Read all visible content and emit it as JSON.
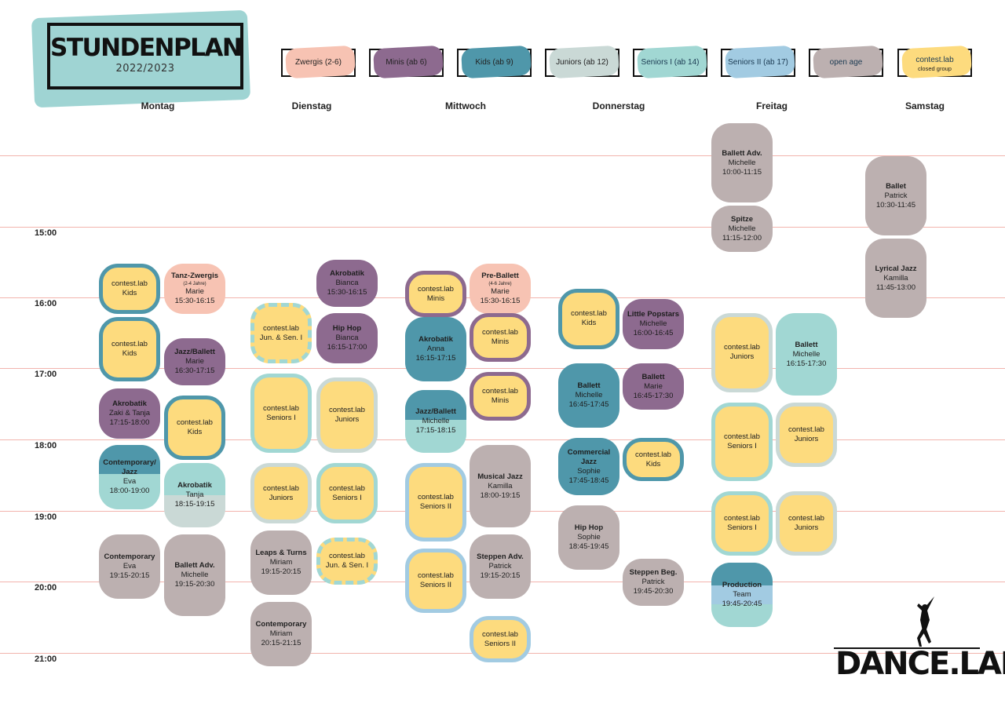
{
  "title": {
    "main": "STUNDENPLAN",
    "year": "2022/2023"
  },
  "colors": {
    "zwergis": "#f7c3b3",
    "minis": "#8d6a8f",
    "kids": "#4f97aa",
    "juniors": "#cad9d6",
    "seniors1": "#a1d7d3",
    "seniors2": "#a2cbe2",
    "open": "#bcb0b0",
    "lab": "#fddb7e",
    "gridline": "#f2b4ad"
  },
  "legend": [
    {
      "label": "Zwergis (2-6)",
      "color": "zwergis"
    },
    {
      "label": "Minis (ab 6)",
      "color": "minis"
    },
    {
      "label": "Kids (ab 9)",
      "color": "kids"
    },
    {
      "label": "Juniors (ab 12)",
      "color": "juniors"
    },
    {
      "label": "Seniors I (ab 14)",
      "color": "seniors1"
    },
    {
      "label": "Seniors II (ab 17)",
      "color": "seniors2"
    },
    {
      "label": "open age",
      "color": "open"
    },
    {
      "label": "contest.lab",
      "sub": "closed group",
      "color": "lab"
    }
  ],
  "days": [
    "Montag",
    "Dienstag",
    "Mittwoch",
    "Donnerstag",
    "Freitag",
    "Samstag"
  ],
  "times": [
    "15:00",
    "16:00",
    "17:00",
    "18:00",
    "19:00",
    "20:00",
    "21:00"
  ],
  "events": [
    {
      "day": 4,
      "col": 0,
      "name": "Ballett Adv.",
      "teacher": "Michelle",
      "time": "10:00-11:15",
      "fill": "open",
      "start": 10.0,
      "end": 11.25
    },
    {
      "day": 4,
      "col": 0,
      "name": "Spitze",
      "teacher": "Michelle",
      "time": "11:15-12:00",
      "fill": "open",
      "start": 11.25,
      "end": 12.0
    },
    {
      "day": 5,
      "col": 0,
      "name": "Ballet",
      "teacher": "Patrick",
      "time": "10:30-11:45",
      "fill": "open",
      "start": 10.5,
      "end": 11.75
    },
    {
      "day": 5,
      "col": 0,
      "name": "Lyrical Jazz",
      "teacher": "Kamilla",
      "time": "11:45-13:00",
      "fill": "open",
      "start": 11.75,
      "end": 13.0
    },
    {
      "day": 0,
      "col": 0,
      "name": "contest.lab",
      "teacher": "Kids",
      "fill": "lab",
      "border": "kids",
      "start": 15.5,
      "end": 16.25
    },
    {
      "day": 0,
      "col": 1,
      "name": "Tanz-Zwergis",
      "note": "(2-4 Jahre)",
      "teacher": "Marie",
      "time": "15:30-16:15",
      "fill": "zwergis",
      "start": 15.5,
      "end": 16.25
    },
    {
      "day": 0,
      "col": 0,
      "name": "contest.lab",
      "teacher": "Kids",
      "fill": "lab",
      "border": "kids",
      "start": 16.25,
      "end": 17.2
    },
    {
      "day": 0,
      "col": 1,
      "name": "Jazz/Ballett",
      "teacher": "Marie",
      "time": "16:30-17:15",
      "fill": "minis",
      "start": 16.55,
      "end": 17.25
    },
    {
      "day": 0,
      "col": 0,
      "name": "Akrobatik",
      "teacher": "Zaki & Tanja",
      "time": "17:15-18:00",
      "fill": "minis",
      "start": 17.25,
      "end": 18.0
    },
    {
      "day": 0,
      "col": 1,
      "name": "contest.lab",
      "teacher": "Kids",
      "fill": "lab",
      "border": "kids",
      "start": 17.35,
      "end": 18.3
    },
    {
      "day": 0,
      "col": 0,
      "name": "Contemporary/ Jazz",
      "teacher": "Eva",
      "time": "18:00-19:00",
      "fill": "seniors1",
      "top": "kids",
      "split": 0.45,
      "start": 18.05,
      "end": 19.0
    },
    {
      "day": 0,
      "col": 1,
      "name": "Akrobatik",
      "teacher": "Tanja",
      "time": "18:15-19:15",
      "fill": "juniors",
      "top": "seniors1",
      "split": 0.5,
      "start": 18.3,
      "end": 19.25
    },
    {
      "day": 0,
      "col": 0,
      "name": "Contemporary",
      "teacher": "Eva",
      "time": "19:15-20:15",
      "fill": "open",
      "start": 19.3,
      "end": 20.25
    },
    {
      "day": 0,
      "col": 1,
      "name": "Ballett Adv.",
      "teacher": "Michelle",
      "time": "19:15-20:30",
      "fill": "open",
      "start": 19.3,
      "end": 20.5
    },
    {
      "day": 1,
      "col": 1,
      "name": "Akrobatik",
      "teacher": "Bianca",
      "time": "15:30-16:15",
      "fill": "minis",
      "start": 15.45,
      "end": 16.15
    },
    {
      "day": 1,
      "col": 0,
      "name": "contest.lab",
      "teacher": "Jun. & Sen. I",
      "fill": "lab",
      "border": "seniors1",
      "dashed": true,
      "start": 16.05,
      "end": 16.95
    },
    {
      "day": 1,
      "col": 1,
      "name": "Hip Hop",
      "teacher": "Bianca",
      "time": "16:15-17:00",
      "fill": "minis",
      "start": 16.2,
      "end": 16.95
    },
    {
      "day": 1,
      "col": 0,
      "name": "contest.lab",
      "teacher": "Seniors I",
      "fill": "lab",
      "border": "seniors1",
      "start": 17.05,
      "end": 18.2
    },
    {
      "day": 1,
      "col": 1,
      "name": "contest.lab",
      "teacher": "Juniors",
      "fill": "lab",
      "border": "juniors",
      "start": 17.1,
      "end": 18.2
    },
    {
      "day": 1,
      "col": 0,
      "name": "contest.lab",
      "teacher": "Juniors",
      "fill": "lab",
      "border": "juniors",
      "start": 18.3,
      "end": 19.2
    },
    {
      "day": 1,
      "col": 1,
      "name": "contest.lab",
      "teacher": "Seniors I",
      "fill": "lab",
      "border": "seniors1",
      "start": 18.3,
      "end": 19.2
    },
    {
      "day": 1,
      "col": 0,
      "name": "Leaps & Turns",
      "teacher": "Miriam",
      "time": "19:15-20:15",
      "fill": "open",
      "start": 19.25,
      "end": 20.2
    },
    {
      "day": 1,
      "col": 1,
      "name": "contest.lab",
      "teacher": "Jun. & Sen. I",
      "fill": "lab",
      "border": "seniors1",
      "dashed": true,
      "start": 19.35,
      "end": 20.05
    },
    {
      "day": 1,
      "col": 0,
      "name": "Contemporary",
      "teacher": "Miriam",
      "time": "20:15-21:15",
      "fill": "open",
      "start": 20.25,
      "end": 21.2
    },
    {
      "day": 2,
      "col": 0,
      "name": "contest.lab",
      "teacher": "Minis",
      "fill": "lab",
      "border": "minis",
      "start": 15.6,
      "end": 16.3
    },
    {
      "day": 2,
      "col": 1,
      "name": "Pre-Ballett",
      "note": "(4-6 Jahre)",
      "teacher": "Marie",
      "time": "15:30-16:15",
      "fill": "zwergis",
      "start": 15.5,
      "end": 16.25
    },
    {
      "day": 2,
      "col": 0,
      "name": "Akrobatik",
      "teacher": "Anna",
      "time": "16:15-17:15",
      "fill": "kids",
      "start": 16.25,
      "end": 17.2
    },
    {
      "day": 2,
      "col": 1,
      "name": "contest.lab",
      "teacher": "Minis",
      "fill": "lab",
      "border": "minis",
      "start": 16.2,
      "end": 16.92
    },
    {
      "day": 2,
      "col": 0,
      "name": "Jazz/Ballett",
      "teacher": "Michelle",
      "time": "17:15-18:15",
      "fill": "seniors1",
      "top": "kids",
      "split": 0.48,
      "start": 17.28,
      "end": 18.2
    },
    {
      "day": 2,
      "col": 1,
      "name": "contest.lab",
      "teacher": "Minis",
      "fill": "lab",
      "border": "minis",
      "start": 17.02,
      "end": 17.75
    },
    {
      "day": 2,
      "col": 0,
      "name": "contest.lab",
      "teacher": "Seniors II",
      "fill": "lab",
      "border": "seniors2",
      "start": 18.3,
      "end": 19.45
    },
    {
      "day": 2,
      "col": 1,
      "name": "Musical Jazz",
      "teacher": "Kamilla",
      "time": "18:00-19:15",
      "fill": "open",
      "start": 18.05,
      "end": 19.25
    },
    {
      "day": 2,
      "col": 0,
      "name": "contest.lab",
      "teacher": "Seniors II",
      "fill": "lab",
      "border": "seniors2",
      "start": 19.5,
      "end": 20.45
    },
    {
      "day": 2,
      "col": 1,
      "name": "Steppen Adv.",
      "teacher": "Patrick",
      "time": "19:15-20:15",
      "fill": "open",
      "start": 19.3,
      "end": 20.25
    },
    {
      "day": 2,
      "col": 1,
      "name": "contest.lab",
      "teacher": "Seniors II",
      "fill": "lab",
      "border": "seniors2",
      "start": 20.45,
      "end": 21.15
    },
    {
      "day": 3,
      "col": 0,
      "name": "contest.lab",
      "teacher": "Kids",
      "fill": "lab",
      "border": "kids",
      "start": 15.85,
      "end": 16.75
    },
    {
      "day": 3,
      "col": 1,
      "name": "Little Popstars",
      "teacher": "Michelle",
      "time": "16:00-16:45",
      "fill": "minis",
      "start": 16.0,
      "end": 16.75
    },
    {
      "day": 3,
      "col": 0,
      "name": "Ballett",
      "teacher": "Michelle",
      "time": "16:45-17:45",
      "fill": "kids",
      "start": 16.9,
      "end": 17.85
    },
    {
      "day": 3,
      "col": 1,
      "name": "Ballett",
      "teacher": "Marie",
      "time": "16:45-17:30",
      "fill": "minis",
      "start": 16.9,
      "end": 17.6
    },
    {
      "day": 3,
      "col": 0,
      "name": "Commercial Jazz",
      "teacher": "Sophie",
      "time": "17:45-18:45",
      "fill": "kids",
      "start": 17.95,
      "end": 18.8
    },
    {
      "day": 3,
      "col": 1,
      "name": "contest.lab",
      "teacher": "Kids",
      "fill": "lab",
      "border": "kids",
      "start": 17.95,
      "end": 18.6
    },
    {
      "day": 3,
      "col": 0,
      "name": "Hip Hop",
      "teacher": "Sophie",
      "time": "18:45-19:45",
      "fill": "open",
      "start": 18.9,
      "end": 19.85
    },
    {
      "day": 3,
      "col": 1,
      "name": "Steppen Beg.",
      "teacher": "Patrick",
      "time": "19:45-20:30",
      "fill": "open",
      "start": 19.65,
      "end": 20.35
    },
    {
      "day": 4,
      "col": 0,
      "name": "contest.lab",
      "teacher": "Juniors",
      "fill": "lab",
      "border": "juniors",
      "start": 16.2,
      "end": 17.35
    },
    {
      "day": 4,
      "col": 1,
      "name": "Ballett",
      "teacher": "Michelle",
      "time": "16:15-17:30",
      "fill": "seniors1",
      "start": 16.2,
      "end": 17.4
    },
    {
      "day": 4,
      "col": 0,
      "name": "contest.lab",
      "teacher": "Seniors I",
      "fill": "lab",
      "border": "seniors1",
      "start": 17.45,
      "end": 18.6
    },
    {
      "day": 4,
      "col": 1,
      "name": "contest.lab",
      "teacher": "Juniors",
      "fill": "lab",
      "border": "juniors",
      "start": 17.45,
      "end": 18.4
    },
    {
      "day": 4,
      "col": 0,
      "name": "contest.lab",
      "teacher": "Seniors I",
      "fill": "lab",
      "border": "seniors1",
      "start": 18.7,
      "end": 19.65
    },
    {
      "day": 4,
      "col": 1,
      "name": "contest.lab",
      "teacher": "Juniors",
      "fill": "lab",
      "border": "juniors",
      "start": 18.7,
      "end": 19.65
    },
    {
      "day": 4,
      "col": 0,
      "name": "Production",
      "teacher": "Team",
      "time": "19:45-20:45",
      "fill": "seniors1",
      "top": "kids",
      "mid": "seniors2",
      "split": 0.35,
      "start": 19.7,
      "end": 20.65
    }
  ],
  "logo": {
    "text": "DANCE.LAB"
  }
}
